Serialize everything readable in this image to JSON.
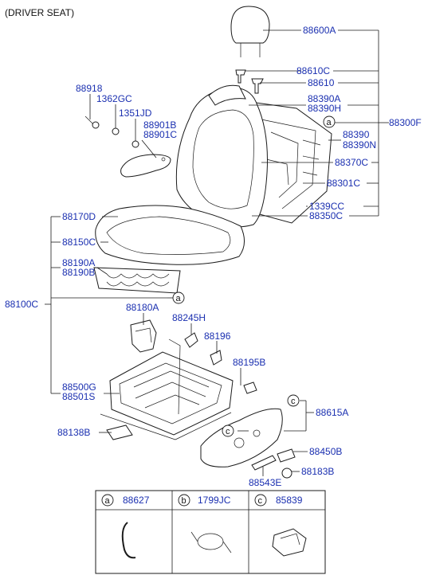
{
  "title": "(DRIVER SEAT)",
  "callouts": {
    "88600A": "88600A",
    "88610C": "88610C",
    "88610": "88610",
    "88390A": "88390A",
    "88390H": "88390H",
    "88300F": "88300F",
    "88390": "88390",
    "88390N": "88390N",
    "88370C": "88370C",
    "88301C": "88301C",
    "1339CC": "1339CC",
    "88350C": "88350C",
    "88918": "88918",
    "1362GC": "1362GC",
    "1351JD": "1351JD",
    "88901B": "88901B",
    "88901C": "88901C",
    "88170D": "88170D",
    "88150C": "88150C",
    "88190A": "88190A",
    "88190B": "88190B",
    "88100C": "88100C",
    "88180A": "88180A",
    "88245H": "88245H",
    "88196": "88196",
    "88195B": "88195B",
    "88500G": "88500G",
    "88501S": "88501S",
    "88138B": "88138B",
    "88615A": "88615A",
    "88450B": "88450B",
    "88543E": "88543E",
    "88183B": "88183B"
  },
  "ref_letters": {
    "a": "a",
    "b": "b",
    "c": "c"
  },
  "legend": [
    {
      "letter": "a",
      "part": "88627"
    },
    {
      "letter": "b",
      "part": "1799JC"
    },
    {
      "letter": "c",
      "part": "85839"
    }
  ]
}
